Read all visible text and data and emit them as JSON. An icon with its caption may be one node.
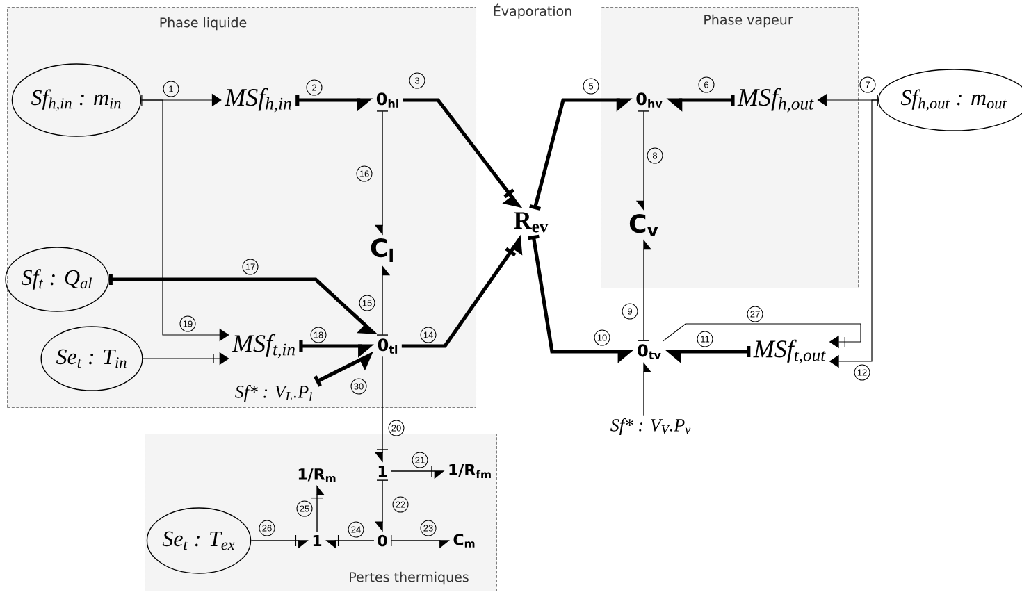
{
  "diagram": {
    "nodes": [
      {
        "text": [
          "Phase liquide"
        ]
      },
      {
        "text": [
          "Sf$_{h,in}$ : m$_{in}$"
        ],
        "in": 0
      },
      {
        "text": [
          "MSf$_{h,in}$"
        ],
        "in": 0
      },
      {
        "text": [
          "0$_{hl}$"
        ],
        "in": 0
      },
      {
        "text": [
          "C$_{l}$"
        ],
        "in": 0
      },
      {
        "text": [
          "Sf$_{t}$ : Q$_{al}$"
        ],
        "in": 0
      },
      {
        "text": [
          "Se$_{t}$ : T$_{in}$"
        ],
        "in": 0
      },
      {
        "text": [
          "MSf$_{t,in}$"
        ],
        "in": 0
      },
      {
        "text": [
          "0$_{tl}$"
        ],
        "in": 0
      },
      {
        "text": [
          "Sf* : V$_{L}$.P$_{l}$"
        ],
        "in": 0
      },
      {
        "text": [
          "R$_{ev}$"
        ]
      },
      {
        "text": [
          "Phase vapeur"
        ]
      },
      {
        "text": [
          "0$_{hv}$"
        ],
        "in": 11
      },
      {
        "text": [
          "MSf$_{h,out}$"
        ],
        "in": 11
      },
      {
        "text": [
          "C$_{v}$"
        ],
        "in": 11
      },
      {
        "text": [
          "Sf$_{h,out}$ : m$_{out}$"
        ]
      },
      {
        "text": [
          "0$_{tv}$"
        ]
      },
      {
        "text": [
          "MSf$_{t,out}$"
        ]
      },
      {
        "text": [
          "Sf* : V$_{V}$.P$_{v}$"
        ]
      },
      {
        "text": [
          "Pertes thermiques"
        ]
      },
      {
        "text": [
          "1"
        ],
        "in": 19
      },
      {
        "text": [
          "1/R$_{fm}$"
        ],
        "in": 19
      },
      {
        "text": [
          "1/R$_{m}$"
        ],
        "in": 19
      },
      {
        "text": [
          "Se$_{t}$ : T$_{ex}$"
        ],
        "in": 19
      },
      {
        "text": [
          "1"
        ],
        "in": 19
      },
      {
        "text": [
          "0"
        ],
        "in": 19
      },
      {
        "text": [
          "C$_{m}$"
        ],
        "in": 19
      }
    ],
    "edges": [
      {
        "from": 1,
        "to": 2,
        "arrow": "to",
        "label": "1"
      },
      {
        "from": 2,
        "to": 3,
        "arrow": "to",
        "label": "2",
        "style": "thick"
      },
      {
        "from": 3,
        "to": 10,
        "arrow": "to",
        "label": "3",
        "style": "thick"
      },
      {
        "from": 10,
        "to": 12,
        "arrow": "to",
        "label": "5",
        "style": "thick"
      },
      {
        "from": 13,
        "to": 12,
        "arrow": "to",
        "label": "6",
        "style": "thick"
      },
      {
        "from": 15,
        "to": 13,
        "arrow": "to",
        "label": "7"
      },
      {
        "from": 12,
        "to": 14,
        "arrow": "to",
        "label": "8"
      },
      {
        "from": 16,
        "to": 14,
        "arrow": "to",
        "label": "9"
      },
      {
        "from": 10,
        "to": 16,
        "arrow": "to",
        "label": "10",
        "style": "thick"
      },
      {
        "from": 17,
        "to": 16,
        "arrow": "to",
        "label": "11",
        "style": "thick"
      },
      {
        "from": 15,
        "to": 17,
        "arrow": "to",
        "label": "12"
      },
      {
        "from": 8,
        "to": 10,
        "arrow": "to",
        "label": "14",
        "style": "thick"
      },
      {
        "from": 8,
        "to": 4,
        "arrow": "to",
        "label": "15"
      },
      {
        "from": 3,
        "to": 4,
        "arrow": "to",
        "label": "16"
      },
      {
        "from": 5,
        "to": 8,
        "arrow": "to",
        "label": "17",
        "style": "thick"
      },
      {
        "from": 7,
        "to": 8,
        "arrow": "to",
        "label": "18",
        "style": "thick"
      },
      {
        "from": 1,
        "to": 7,
        "arrow": "to",
        "label": "19"
      },
      {
        "from": 8,
        "to": 20,
        "arrow": "to",
        "label": "20"
      },
      {
        "from": 20,
        "to": 21,
        "arrow": "to",
        "label": "21"
      },
      {
        "from": 20,
        "to": 25,
        "arrow": "to",
        "label": "22"
      },
      {
        "from": 25,
        "to": 26,
        "arrow": "to",
        "label": "23"
      },
      {
        "from": 25,
        "to": 24,
        "arrow": "to",
        "label": "24"
      },
      {
        "from": 24,
        "to": 22,
        "arrow": "to",
        "label": "25"
      },
      {
        "from": 23,
        "to": 24,
        "arrow": "to",
        "label": "26"
      },
      {
        "from": 16,
        "to": 17,
        "arrow": "to",
        "label": "27"
      },
      {
        "from": 9,
        "to": 8,
        "arrow": "to",
        "label": "30",
        "style": "thick"
      },
      {
        "from": 6,
        "to": 7,
        "arrow": "to"
      },
      {
        "from": 18,
        "to": 16,
        "arrow": "to"
      }
    ],
    "labels": [
      "Évaporation"
    ]
  }
}
